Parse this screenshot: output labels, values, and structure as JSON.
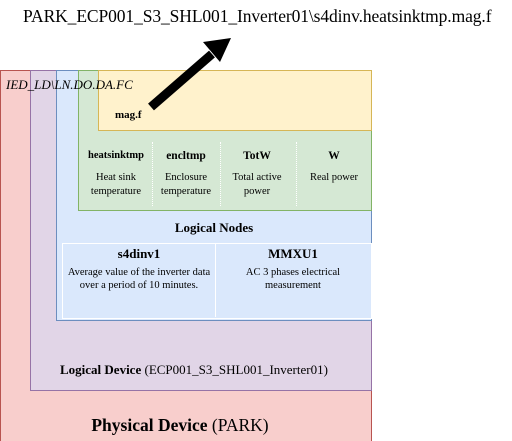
{
  "path_title": "PARK_ECP001_S3_SHL001_Inverter01\\s4dinv.heatsinktmp.mag.f",
  "hierarchy_label": "IED_LD\\LN.DO.DA.FC",
  "fc_label": "mag.f",
  "data_objects": [
    {
      "name": "heatsinktmp",
      "description": "Heat sink temperature"
    },
    {
      "name": "encltmp",
      "description": "Enclosure temperature"
    },
    {
      "name": "TotW",
      "description": "Total active power"
    },
    {
      "name": "W",
      "description": "Real power"
    }
  ],
  "logical_nodes": {
    "title": "Logical Nodes",
    "items": [
      {
        "name": "s4dinv1",
        "description": "Average value of the inverter data over a period of 10 minutes."
      },
      {
        "name": "MMXU1",
        "description": "AC 3 phases electrical measurement"
      }
    ]
  },
  "logical_device": {
    "label": "Logical Device",
    "value": "(ECP001_S3_SHL001_Inverter01)"
  },
  "physical_device": {
    "label": "Physical Device",
    "value": "(PARK)"
  },
  "colors": {
    "physical_device_fill": "#f8cecc",
    "logical_device_fill": "#e1d5e7",
    "logical_node_fill": "#dae8fc",
    "data_object_fill": "#d5e8d4",
    "data_attribute_fill": "#fff2cc"
  },
  "icons": [
    "arrow-up-right-icon"
  ]
}
